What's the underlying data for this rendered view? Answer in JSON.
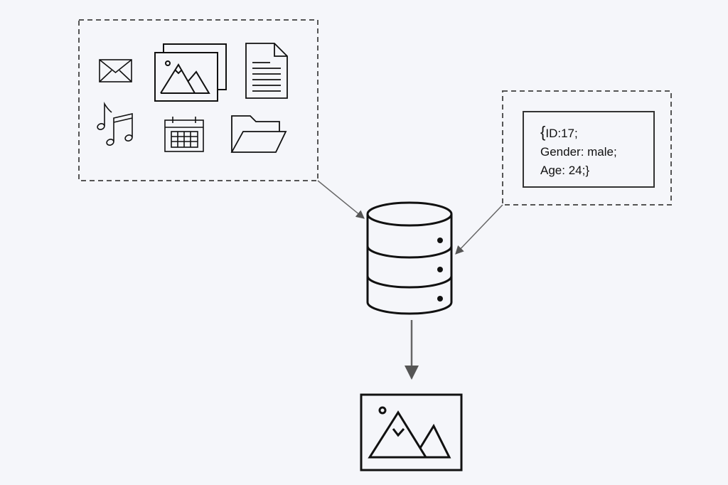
{
  "structured_record": {
    "lines": [
      "ID:17;",
      "Gender: male;",
      "Age: 24;}"
    ],
    "open_brace": "{"
  },
  "icons": {
    "unstructured_sources": [
      "envelope-icon",
      "image-stack-icon",
      "document-icon",
      "music-notes-icon",
      "calendar-icon",
      "folder-icon"
    ],
    "store": "database-icon",
    "output": "image-icon"
  },
  "colors": {
    "background": "#f5f6fa",
    "stroke": "#111111",
    "dashed_border": "#555555",
    "arrow": "#666666"
  }
}
